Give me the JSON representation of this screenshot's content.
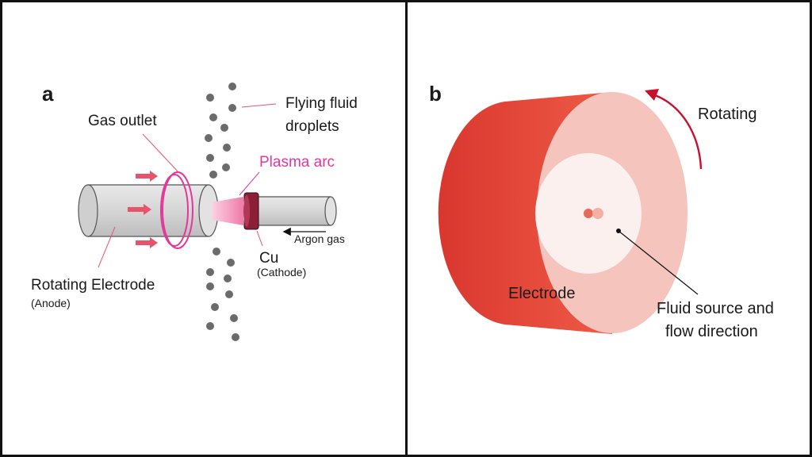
{
  "panel_a": {
    "letter": "a",
    "labels": {
      "gas_outlet": "Gas outlet",
      "flying_line1": "Flying fluid",
      "flying_line2": "droplets",
      "plasma_arc": "Plasma arc",
      "argon_gas": "Argon gas",
      "cu": "Cu",
      "cathode": "(Cathode)",
      "rotating_electrode": "Rotating Electrode",
      "anode": "(Anode)"
    },
    "colors": {
      "pink": "#e2389a",
      "arrow": "#e8536b",
      "copper": "#8a1f36",
      "cylinder": "#d8d8d8",
      "droplet": "#6b6b6b"
    }
  },
  "panel_b": {
    "letter": "b",
    "labels": {
      "rotating": "Rotating",
      "electrode": "Electrode",
      "fluid_line1": "Fluid source and",
      "fluid_line2": "flow direction"
    },
    "colors": {
      "side": "#e0443a",
      "face": "#f5c4bd",
      "hole": "#fcf0ee",
      "arrow": "#c8102e"
    }
  }
}
